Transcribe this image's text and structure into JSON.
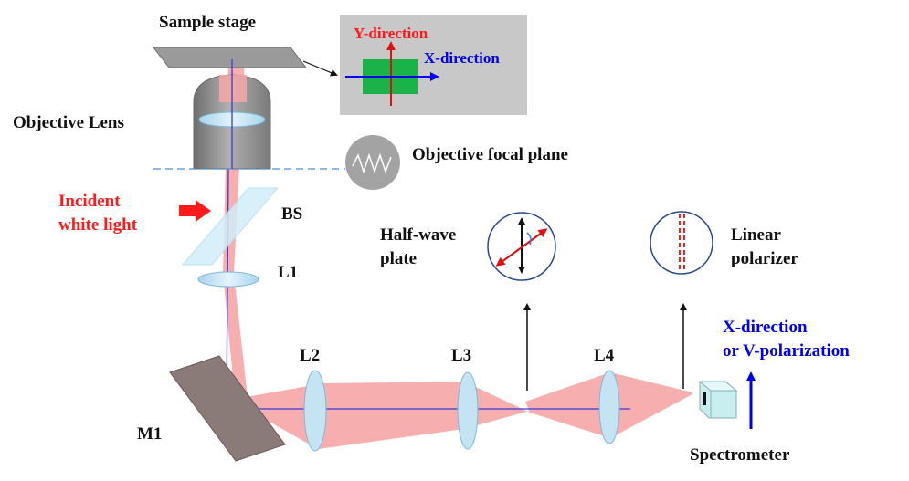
{
  "labels": {
    "sample_stage": "Sample stage",
    "objective_lens": "Objective Lens",
    "objective_focal_plane": "Objective focal plane",
    "incident_line1": "Incident",
    "incident_line2": "white light",
    "bs": "BS",
    "l1": "L1",
    "l2": "L2",
    "l3": "L3",
    "l4": "L4",
    "m1": "M1",
    "half_wave_line1": "Half-wave",
    "half_wave_line2": "plate",
    "linear_line1": "Linear",
    "linear_line2": "polarizer",
    "spectrometer": "Spectrometer",
    "xdir_line1": "X-direction",
    "xdir_line2": "or V-polarization",
    "inset_y": "Y-direction",
    "inset_x": "X-direction"
  },
  "colors": {
    "beam": "#f7a6a6",
    "lens": "#c4e4f4",
    "lens_edge": "#7fb8d8",
    "optical_axis": "#3a3ad8",
    "red_text": "#ff1a1a",
    "blue_text": "#0000ee",
    "inset_bg": "#c8c8c8",
    "sample_green": "#19b34a",
    "mirror": "#8a7a78",
    "objective": "#8d8d8d"
  }
}
